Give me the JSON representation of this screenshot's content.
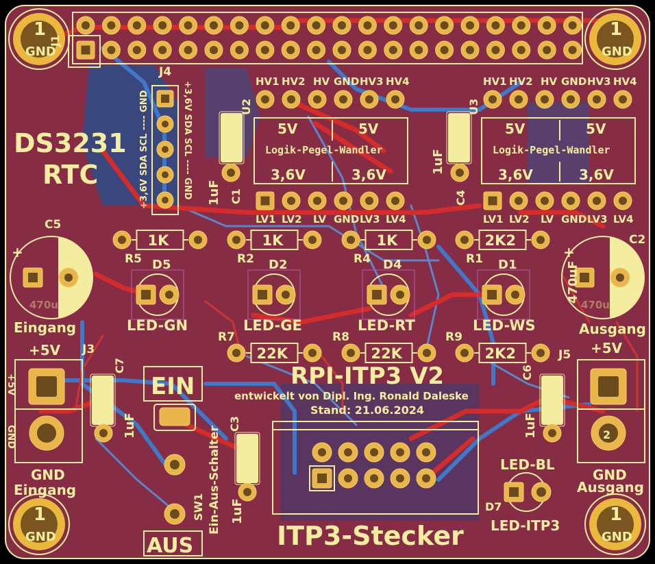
{
  "board": {
    "title": "RPI-ITP3 V2",
    "author": "entwickelt von Dipl. Ing. Ronald Daleske",
    "date": "Stand: 21.06.2024",
    "connector_label": "ITP3-Stecker"
  },
  "mounting_holes": [
    {
      "num": "1",
      "net": "GND"
    },
    {
      "num": "1",
      "net": "GND"
    },
    {
      "num": "1",
      "net": "GND"
    },
    {
      "num": "1",
      "net": "GND"
    }
  ],
  "header_j1": {
    "ref": "J1"
  },
  "rtc": {
    "line1": "DS3231",
    "line2": "RTC",
    "ref": "J4",
    "pins_left": "+3,6V SDA SCL ---- GND",
    "pins_right": "+3,6V SDA SCL ---- GND"
  },
  "level_shifters": [
    {
      "ref": "U2",
      "top_labels": [
        "HV1",
        "HV2",
        "HV",
        "GND",
        "HV3",
        "HV4"
      ],
      "bottom_labels": [
        "LV1",
        "LV2",
        "LV",
        "GND",
        "LV3",
        "LV4"
      ],
      "v_high_left": "5V",
      "v_high_right": "5V",
      "name": "Logik-Pegel-Wandler",
      "v_low_left": "3,6V",
      "v_low_right": "3,6V"
    },
    {
      "ref": "U3",
      "top_labels": [
        "HV1",
        "HV2",
        "HV",
        "GND",
        "HV3",
        "HV4"
      ],
      "bottom_labels": [
        "LV1",
        "LV2",
        "LV",
        "GND",
        "LV3",
        "LV4"
      ],
      "v_high_left": "5V",
      "v_high_right": "5V",
      "name": "Logik-Pegel-Wandler",
      "v_low_left": "3,6V",
      "v_low_right": "3,6V"
    }
  ],
  "small_caps": [
    {
      "ref": "C1",
      "value": "1uF"
    },
    {
      "ref": "C4",
      "value": "1uF"
    },
    {
      "ref": "C7",
      "value": "1uF"
    },
    {
      "ref": "C3",
      "value": "1uF"
    },
    {
      "ref": "C6",
      "value": "1uF"
    }
  ],
  "elcaps": [
    {
      "ref": "C5",
      "value": "470uF",
      "name": "Eingang"
    },
    {
      "ref": "C2",
      "value": "470uF",
      "name": "Ausgang"
    }
  ],
  "resistors_top": [
    {
      "ref": "R5",
      "value": "1K"
    },
    {
      "ref": "R2",
      "value": "1K"
    },
    {
      "ref": "R4",
      "value": "1K"
    },
    {
      "ref": "R1",
      "value": "2K2"
    }
  ],
  "leds": [
    {
      "ref": "D5",
      "name": "LED-GN"
    },
    {
      "ref": "D2",
      "name": "LED-GE"
    },
    {
      "ref": "D4",
      "name": "LED-RT"
    },
    {
      "ref": "D1",
      "name": "LED-WS"
    }
  ],
  "resistors_bottom": [
    {
      "ref": "R7",
      "value": "22K"
    },
    {
      "ref": "R8",
      "value": "22K"
    },
    {
      "ref": "R9",
      "value": "2K2"
    }
  ],
  "power_in": {
    "ref": "J3",
    "plus": "+5V",
    "side_plus": "+5V",
    "side_gnd": "GND",
    "gnd": "GND",
    "name": "Eingang"
  },
  "power_out": {
    "ref": "J5",
    "plus": "+5V",
    "gnd": "GND",
    "name": "Ausgang",
    "pin2": "2"
  },
  "switch": {
    "ref": "SW1",
    "on": "EIN",
    "off": "AUS",
    "name": "Ein-Aus-Schalter"
  },
  "led_bl": {
    "ref": "D7",
    "top": "LED-BL",
    "bottom": "LED-ITP3"
  },
  "colors": {
    "board": "#862c44",
    "copper_front": "#d42b2b",
    "copper_back": "#3f78c9",
    "silk": "#f4eda0",
    "pad": "#e8b64a"
  }
}
